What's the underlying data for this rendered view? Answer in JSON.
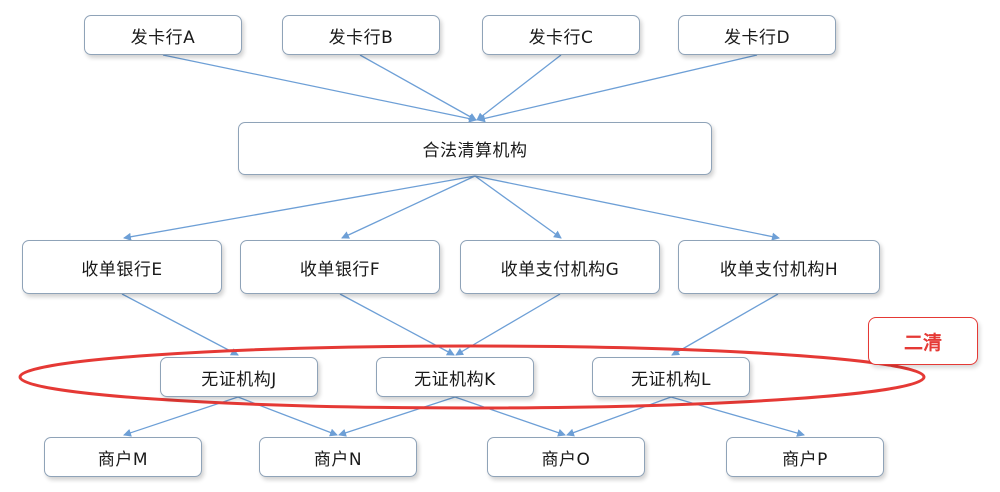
{
  "issuers": [
    "发卡行A",
    "发卡行B",
    "发卡行C",
    "发卡行D"
  ],
  "clearing_org": "合法清算机构",
  "acquirers": [
    "收单银行E",
    "收单银行F",
    "收单支付机构G",
    "收单支付机构H"
  ],
  "unlicensed": [
    "无证机构J",
    "无证机构K",
    "无证机构L"
  ],
  "merchants": [
    "商户M",
    "商户N",
    "商户O",
    "商户P"
  ],
  "callout": {
    "label": "二清"
  },
  "colors": {
    "arrow": "#6d9fd6",
    "ellipse": "#e53935",
    "box_border": "#8fa3b8"
  }
}
